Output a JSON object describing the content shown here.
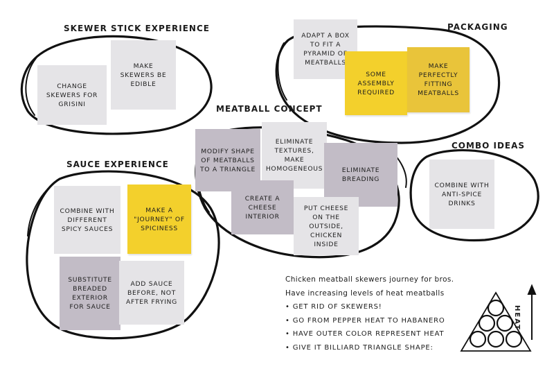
{
  "groups": {
    "skewer": "SKEWER STICK EXPERIENCE",
    "packaging": "PACKAGING",
    "meatball": "MEATBALL CONCEPT",
    "combo": "COMBO IDEAS",
    "sauce": "SAUCE EXPERIENCE"
  },
  "notes": {
    "change_skewers": "Change skewers for grisini",
    "edible_skewers": "Make skewers be edible",
    "adapt_box": "Adapt a box to fit a pyramid of meatballs",
    "assembly": "Some assembly required",
    "perfect_fit": "Make perfectly fitting meatballs",
    "triangle_shape": "Modify shape of meatballs to a triangle",
    "textures": "Eliminate textures, make homogeneous",
    "breading": "Eliminate breading",
    "cheese_interior": "Create a cheese interior",
    "cheese_outside": "Put cheese on the outside, chicken inside",
    "anti_spice": "Combine with anti-spice drinks",
    "spicy_sauces": "Combine with different spicy sauces",
    "journey_spiciness": "Make a \"journey\" of spiciness",
    "substitute": "Substitute breaded exterior for sauce",
    "sauce_before": "Add sauce before, not after frying"
  },
  "journey": {
    "line1": "Chicken meatball skewers journey for bros.",
    "line2": "Have increasing levels of heat meatballs",
    "bullets": [
      "Get rid of skewers!",
      "Go from pepper heat to habanero",
      "Have outer color represent heat",
      "Give it billiard triangle shape:"
    ]
  },
  "heat_label": "HEAT"
}
